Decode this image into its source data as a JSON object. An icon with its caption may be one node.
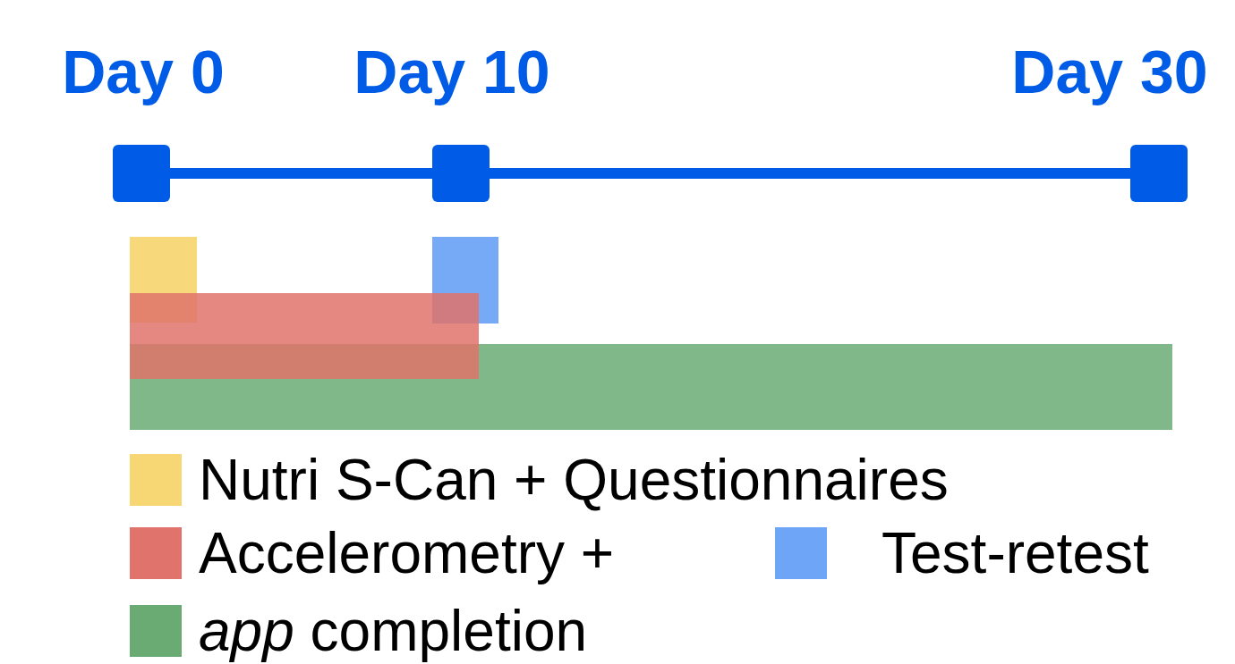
{
  "diagram": {
    "nodes": [
      {
        "text": [
          "Day 0"
        ]
      },
      {
        "text": [
          "Day 10"
        ]
      },
      {
        "text": [
          "Day 30"
        ]
      },
      {
        "text": [],
        "shape": "bar"
      },
      {
        "text": [],
        "shape": "bar"
      },
      {
        "text": [],
        "shape": "bar"
      },
      {
        "text": [],
        "shape": "bar"
      }
    ],
    "edges": [
      {
        "from": 0,
        "to": 1,
        "arrow": "none"
      },
      {
        "from": 1,
        "to": 2,
        "arrow": "none"
      }
    ],
    "legend": [
      {
        "text": "Nutri S-Can + Questionnaires",
        "color": "#f7d774"
      },
      {
        "text": "Accelerometry +",
        "color": "#e0736b"
      },
      {
        "text": "Test-retest",
        "color": "#6fa5f7"
      },
      {
        "text": "*app* completion",
        "color": "#6aab74"
      }
    ]
  }
}
